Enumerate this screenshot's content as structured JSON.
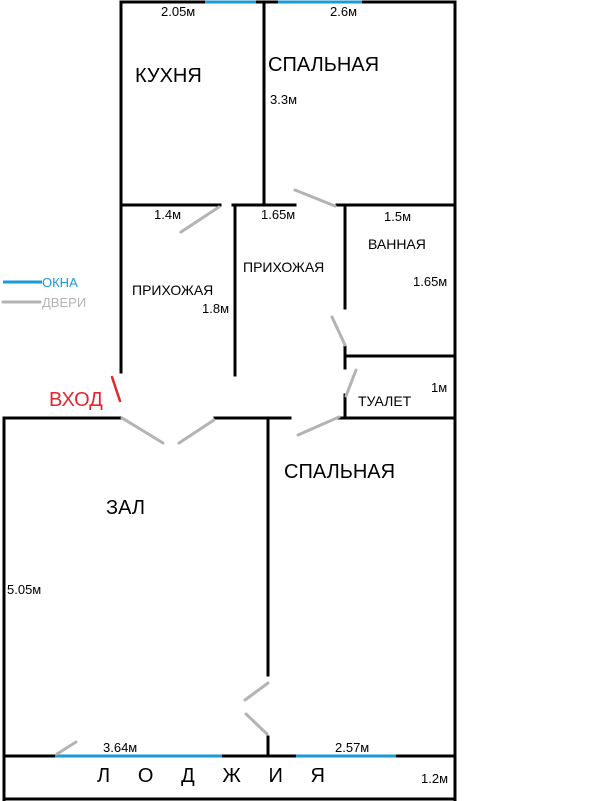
{
  "plan": {
    "rooms": {
      "kitchen": "КУХНЯ",
      "bedroom_top": "СПАЛЬНАЯ",
      "hall_left": "ПРИХОЖАЯ",
      "hall_center": "ПРИХОЖАЯ",
      "bathroom": "ВАННАЯ",
      "toilet": "ТУАЛЕТ",
      "living_room": "ЗАЛ",
      "bedroom_bottom": "СПАЛЬНАЯ",
      "loggia": "Л О Д Ж И Я"
    },
    "dimensions": {
      "kitchen_width": "2.05м",
      "bedroom_top_width": "2.6м",
      "bedroom_top_depth": "3.3м",
      "hall_left_width": "1.4м",
      "hall_center_width": "1.65м",
      "bathroom_width": "1.5м",
      "hall_center_length": "1.8м",
      "bathroom_depth": "1.65м",
      "toilet_depth": "1м",
      "living_room_depth": "5.05м",
      "living_room_width": "3.64м",
      "bedroom_bottom_width": "2.57м",
      "loggia_depth": "1.2м"
    },
    "entry_label": "ВХОД",
    "legend": {
      "windows": "ОКНА",
      "doors": "ДВЕРИ"
    },
    "colors": {
      "walls": "#000000",
      "windows": "#1a9ad6",
      "doors": "#b3b3b3",
      "entry": "#e0282d",
      "legend_windows_text": "#1a9ad6",
      "legend_doors_text": "#b3b3b3"
    }
  }
}
